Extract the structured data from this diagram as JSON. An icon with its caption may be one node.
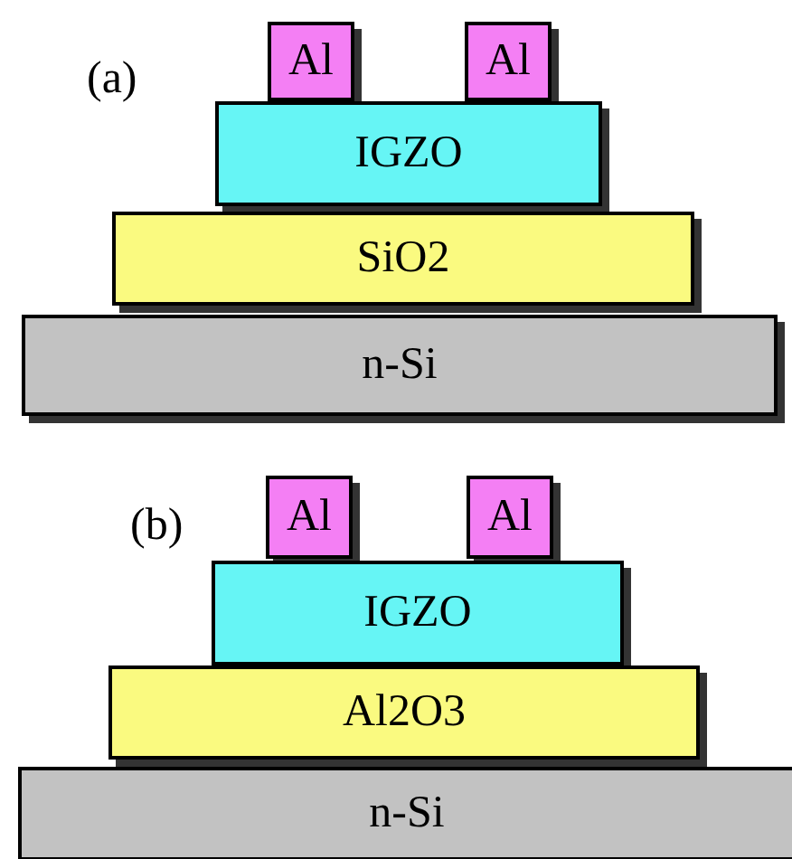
{
  "diagram": {
    "nodes": [
      {
        "text": [
          "Al"
        ]
      },
      {
        "text": [
          "Al"
        ]
      },
      {
        "text": [
          "IGZO"
        ]
      },
      {
        "text": [
          "SiO2"
        ]
      },
      {
        "text": [
          "n-Si"
        ]
      },
      {
        "text": [
          "Al"
        ]
      },
      {
        "text": [
          "Al"
        ]
      },
      {
        "text": [
          "IGZO"
        ]
      },
      {
        "text": [
          "Al2O3"
        ]
      },
      {
        "text": [
          "n-Si"
        ]
      }
    ],
    "labels": [
      "(a)",
      "(b)"
    ]
  }
}
